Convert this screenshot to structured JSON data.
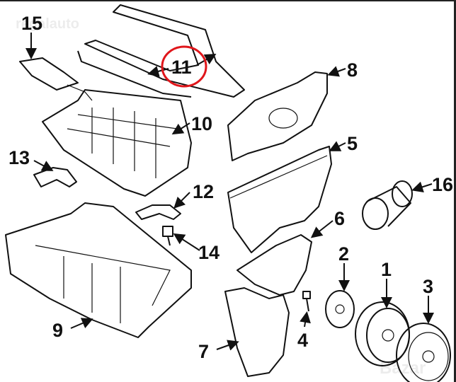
{
  "diagram": {
    "title": "Engine oil pan, gaskets and timing covers exploded view",
    "callouts": [
      "15",
      "11",
      "8",
      "10",
      "5",
      "13",
      "12",
      "16",
      "6",
      "14",
      "2",
      "1",
      "3",
      "9",
      "4",
      "7"
    ],
    "highlighted_callout": "11",
    "highlight_color": "#e0161b",
    "watermarks": [
      "regalauto",
      "Bazar"
    ]
  }
}
